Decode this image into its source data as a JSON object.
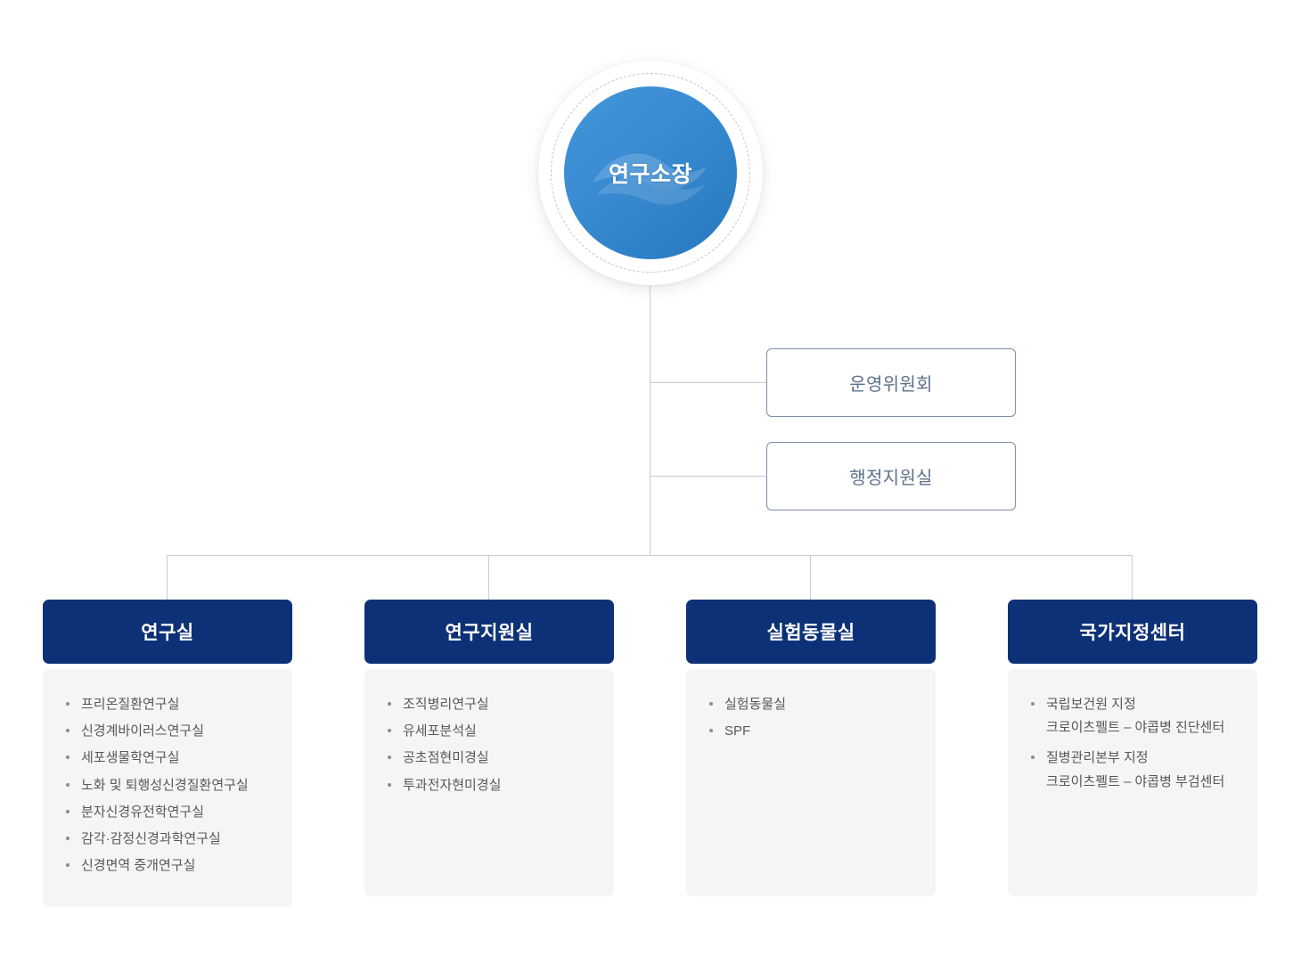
{
  "colors": {
    "header_navy": "#0d3177",
    "circle_blue_light": "#4396d9",
    "circle_blue_dark": "#2878bd",
    "side_box_border": "#7d8fa8",
    "side_box_text": "#5f718c",
    "connector_line": "#c9ccd1",
    "card_body_bg": "#f5f5f5",
    "list_text": "#585858"
  },
  "root": {
    "label": "연구소장"
  },
  "side_nodes": [
    {
      "label": "운영위원회"
    },
    {
      "label": "행정지원실"
    }
  ],
  "columns": [
    {
      "header": "연구실",
      "items": [
        {
          "text": "프리온질환연구실"
        },
        {
          "text": "신경계바이러스연구실"
        },
        {
          "text": "세포생물학연구실"
        },
        {
          "text": "노화 및 퇴행성신경질환연구실"
        },
        {
          "text": "분자신경유전학연구실"
        },
        {
          "text": "감각·감정신경과학연구실"
        },
        {
          "text": "신경면역 중개연구실"
        }
      ]
    },
    {
      "header": "연구지원실",
      "items": [
        {
          "text": "조직병리연구실"
        },
        {
          "text": "유세포분석실"
        },
        {
          "text": "공초점현미경실"
        },
        {
          "text": "투과전자현미경실"
        }
      ]
    },
    {
      "header": "실험동물실",
      "items": [
        {
          "text": "실험동물실"
        },
        {
          "text": "SPF"
        }
      ]
    },
    {
      "header": "국가지정센터",
      "items": [
        {
          "text": "국립보건원 지정",
          "sub": "크로이츠펠트 – 야콥병 진단센터"
        },
        {
          "text": "질병관리본부 지정",
          "sub": "크로이츠펠트 – 야콥병 부검센터"
        }
      ]
    }
  ]
}
